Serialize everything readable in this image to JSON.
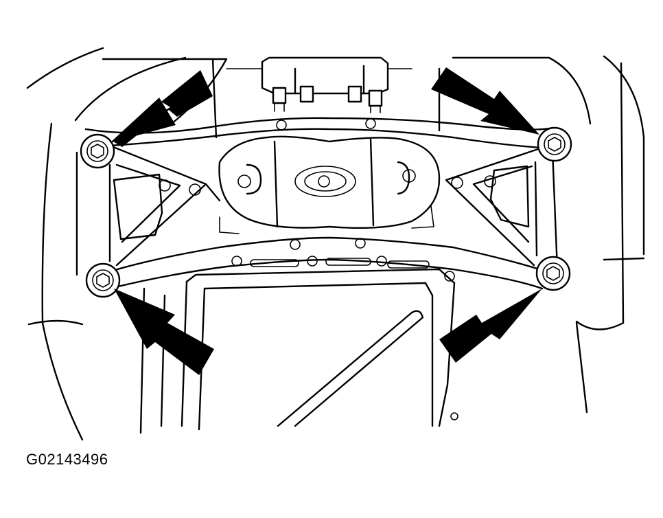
{
  "figure": {
    "id": "G02143496"
  },
  "callouts": [
    {
      "points_to": "crossmember-bolt-upper-left"
    },
    {
      "points_to": "crossmember-bolt-upper-right"
    },
    {
      "points_to": "crossmember-bolt-lower-left"
    },
    {
      "points_to": "crossmember-bolt-lower-right"
    }
  ],
  "colors": {
    "line": "#000000",
    "background": "#ffffff"
  }
}
